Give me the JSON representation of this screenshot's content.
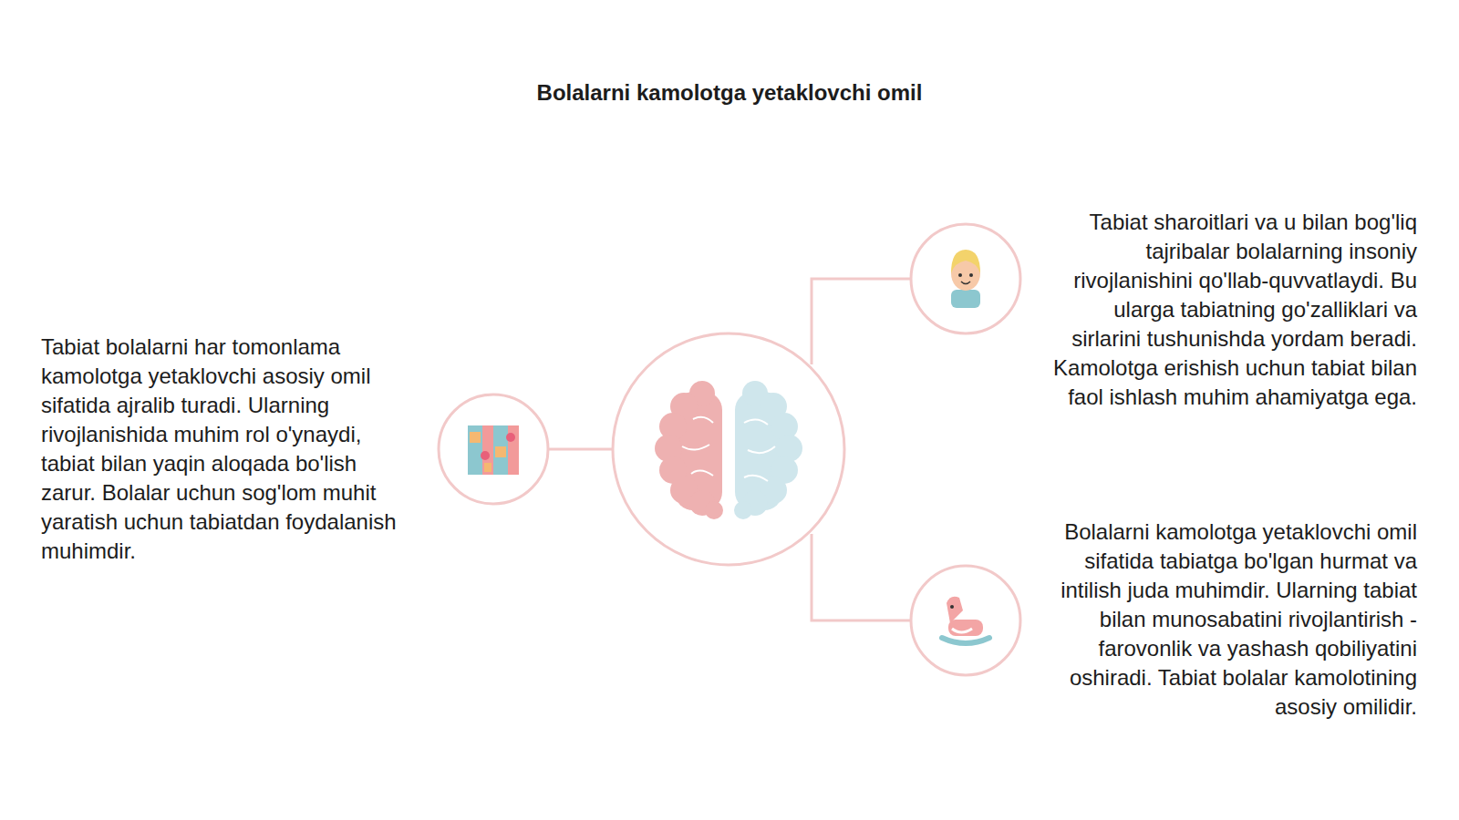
{
  "diagram": {
    "title": "Bolalarni kamolotga yetaklovchi omil",
    "labels": [
      "Tabiat bolalarni har tomonlama kamolotga yetaklovchi asosiy omil sifatida ajralib turadi. Ularning rivojlanishida muhim rol o'ynaydi, tabiat bilan yaqin aloqada bo'lish zarur. Bolalar uchun sog'lom muhit yaratish uchun tabiatdan foydalanish muhimdir.",
      "Tabiat sharoitlari va u bilan bog'liq tajribalar bolalarning insoniy rivojlanishini qo'llab-quvvatlaydi. Bu ularga tabiatning go'zalliklari va sirlarini tushunishda yordam beradi. Kamolotga erishish uchun tabiat bilan faol ishlash muhim ahamiyatga ega.",
      "Bolalarni kamolotga yetaklovchi omil sifatida tabiatga bo'lgan hurmat va intilish juda muhimdir. Ularning tabiat bilan munosabatini rivojlantirish - farovonlik va yashash qobiliyatini oshiradi. Tabiat bolalar kamolotining asosiy omilidir."
    ]
  }
}
